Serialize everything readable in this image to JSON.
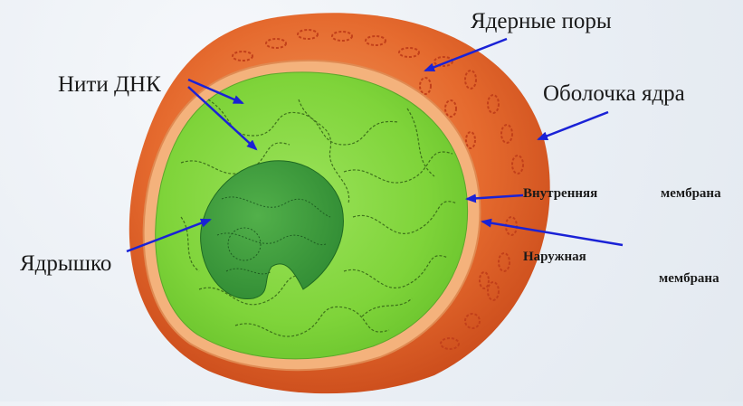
{
  "labels": {
    "nuclear_pores": "Ядерные поры",
    "dna_threads": "Нити ДНК",
    "nuclear_envelope": "Оболочка ядра",
    "inner": "Внутренняя",
    "membrane_1": "мембрана",
    "outer": "Наружная",
    "membrane_2": "мембрана",
    "nucleolus": "Ядрышко"
  },
  "colors": {
    "outer_membrane": "#e0622a",
    "outer_membrane_light": "#f08a4a",
    "inner_membrane": "#f2a064",
    "nucleoplasm": "#7fd43a",
    "nucleolus": "#3b9a3a",
    "arrow": "#1a22d6"
  }
}
